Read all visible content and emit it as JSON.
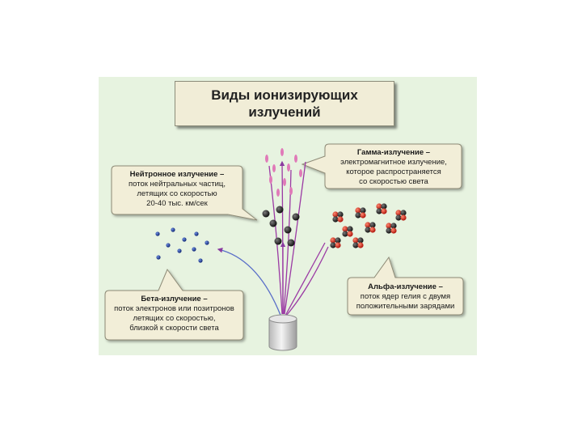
{
  "title": {
    "line1": "Виды ионизирующих",
    "line2": "излучений"
  },
  "callouts": {
    "gamma": {
      "heading": "Гамма-излучение –",
      "lines": [
        "электромагнитное излучение,",
        "которое распространяется",
        "со скоростью света"
      ]
    },
    "neutron": {
      "heading": "Нейтронное излучение –",
      "lines": [
        "поток нейтральных частиц,",
        "летящих со скоростью",
        "20-40 тыс. км/сек"
      ]
    },
    "alpha": {
      "heading": "Альфа-излучение –",
      "lines": [
        "поток ядер гелия с двумя",
        "положительными зарядами"
      ]
    },
    "beta": {
      "heading": "Бета-излучение –",
      "lines": [
        "поток электронов или позитронов",
        "летящих со скоростью,",
        "близкой к скорости света"
      ]
    }
  },
  "colors": {
    "panel": "#e7f3e0",
    "title_box": "#f1edd7",
    "callout_fill": "#f2eed8",
    "gamma_particle": "#e07ab8",
    "neutron_particle": "#2a2a2a",
    "beta_particle": "#1f3d9a",
    "alpha_proton": "#d8281e",
    "alpha_neutron": "#222222",
    "ray": "#9b3aa4"
  }
}
